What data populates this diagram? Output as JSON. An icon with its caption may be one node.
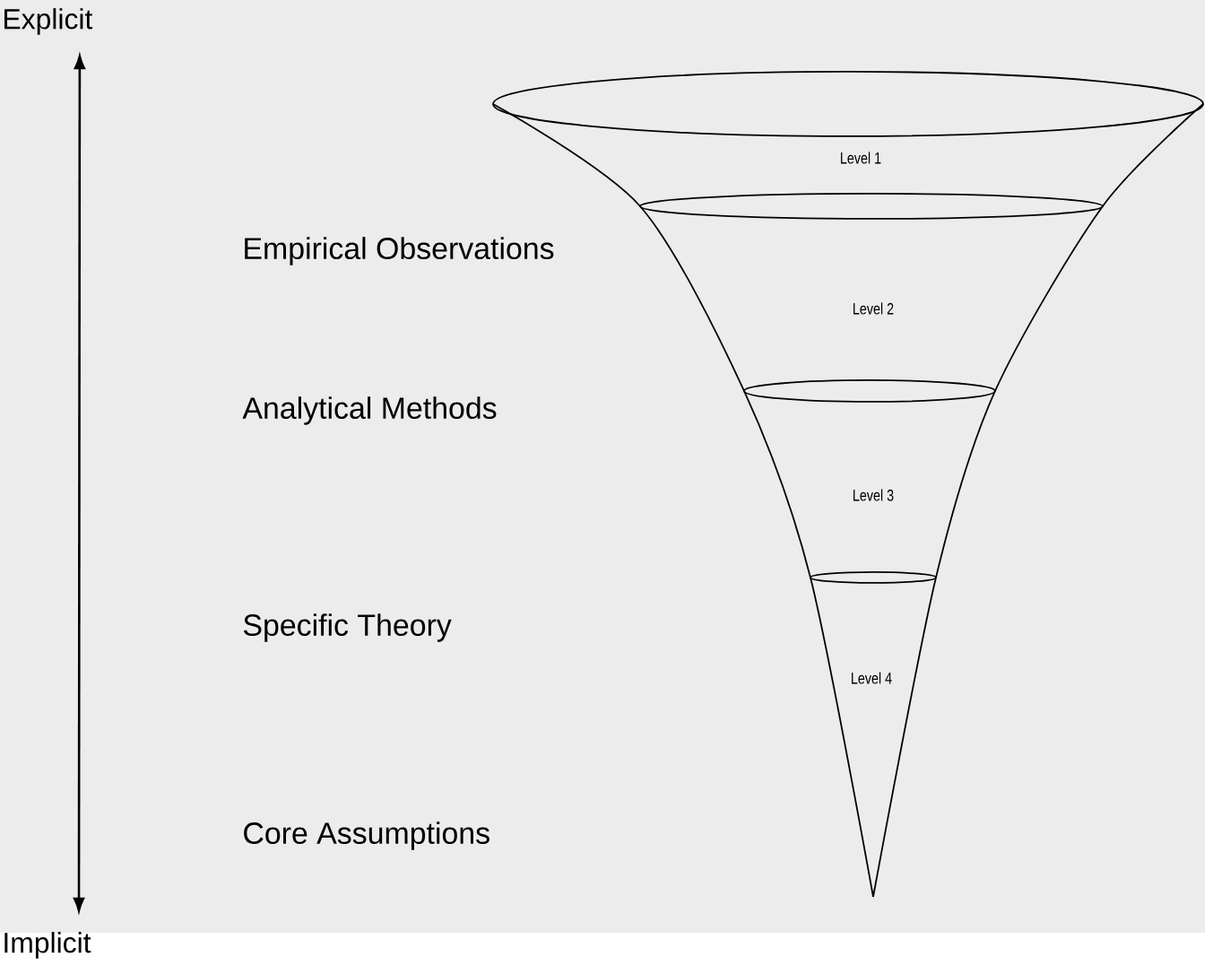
{
  "diagram": {
    "nodes": [
      {
        "text": [
          "Explicit"
        ]
      },
      {
        "text": [
          "Implicit"
        ]
      },
      {
        "text": [
          "Level 1"
        ]
      },
      {
        "text": [
          "Level 2"
        ]
      },
      {
        "text": [
          "Level 3"
        ]
      },
      {
        "text": [
          "Level 4"
        ]
      }
    ],
    "edges": [
      {
        "from": 0,
        "to": 1,
        "arrow": "both"
      }
    ],
    "labels": [
      "Empirical Observations",
      "Analytical Methods",
      "Specific Theory",
      "Core Assumptions"
    ]
  }
}
